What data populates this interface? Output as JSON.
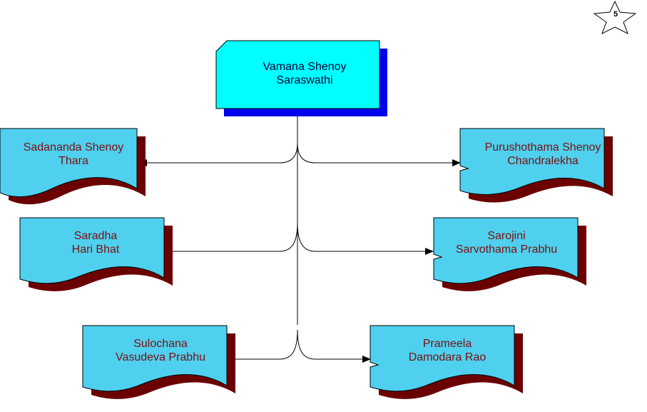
{
  "page_number": "5",
  "colors": {
    "root_fill": "#00ffff",
    "root_shadow": "#0000ee",
    "node_fill": "#4fd0ee",
    "node_shadow": "#6b0000",
    "node_text": "#7a1010",
    "root_text": "#000033",
    "connector": "#000000"
  },
  "root": {
    "line1": "Vamana Shenoy",
    "line2": "Saraswathi"
  },
  "children": [
    {
      "line1": "Sadananda Shenoy",
      "line2": "Thara"
    },
    {
      "line1": "Purushothama Shenoy",
      "line2": "Chandralekha"
    },
    {
      "line1": "Saradha",
      "line2": "Hari Bhat"
    },
    {
      "line1": "Sarojini",
      "line2": "Sarvothama Prabhu"
    },
    {
      "line1": "Sulochana",
      "line2": "Vasudeva Prabhu"
    },
    {
      "line1": "Prameela",
      "line2": "Damodara Rao"
    }
  ]
}
